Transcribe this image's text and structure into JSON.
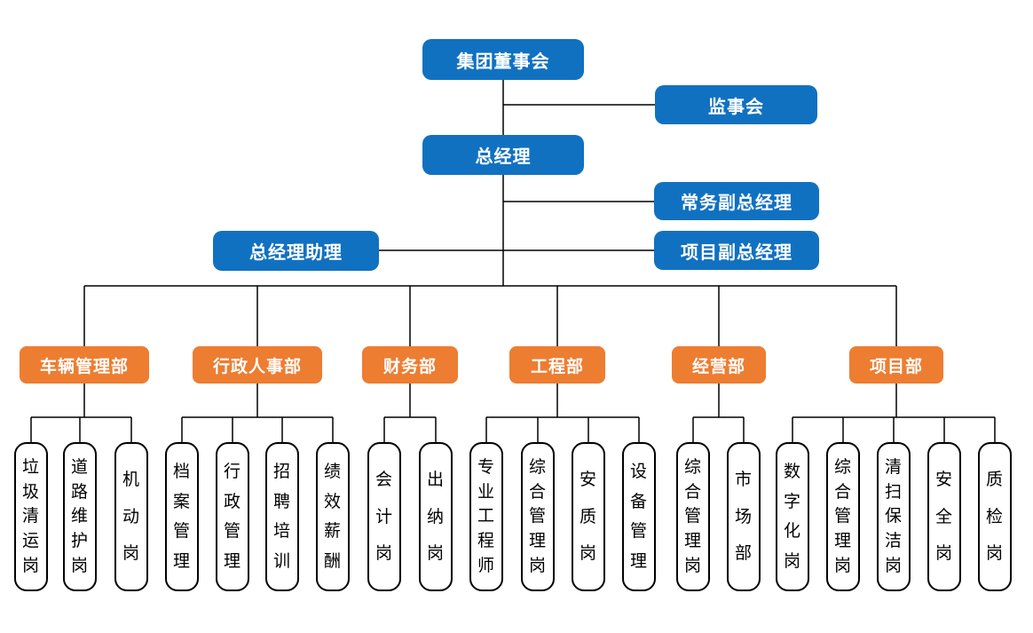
{
  "colors": {
    "executive_blue": "#1171C1",
    "department_orange": "#ED7D31",
    "connector_line": "#000000",
    "post_background": "#FFFFFF",
    "post_border": "#000000"
  },
  "top": {
    "board": "集团董事会",
    "supervisory": "监事会",
    "gm": "总经理",
    "exec_deputy_gm": "常务副总经理",
    "gm_assistant": "总经理助理",
    "project_deputy_gm": "项目副总经理"
  },
  "departments": [
    {
      "label": "车辆管理部",
      "posts": [
        "垃圾清运岗",
        "道路维护岗",
        "机动岗"
      ]
    },
    {
      "label": "行政人事部",
      "posts": [
        "档案管理",
        "行政管理",
        "招聘培训",
        "绩效薪酬"
      ]
    },
    {
      "label": "财务部",
      "posts": [
        "会计岗",
        "出纳岗"
      ]
    },
    {
      "label": "工程部",
      "posts": [
        "专业工程师",
        "综合管理岗",
        "安质岗",
        "设备管理"
      ]
    },
    {
      "label": "经营部",
      "posts": [
        "综合管理岗",
        "市场部"
      ]
    },
    {
      "label": "项目部",
      "posts": [
        "数字化岗",
        "综合管理岗",
        "清扫保洁岗",
        "安全岗",
        "质检岗"
      ]
    }
  ]
}
